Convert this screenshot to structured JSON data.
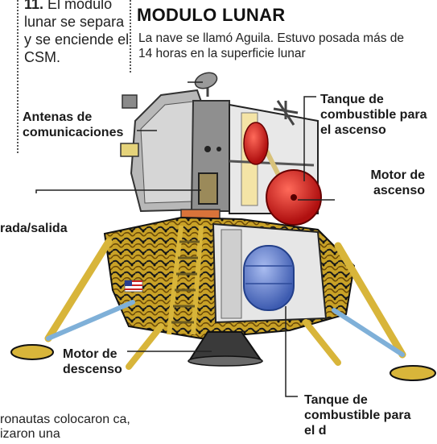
{
  "step": {
    "number": "11.",
    "text": "El módulo lunar se separa y se enciende el CSM."
  },
  "title": "MODULO LUNAR",
  "subtitle": "La nave se llamó Aguila. Estuvo posada más de 14 horas en la superficie lunar",
  "labels": {
    "antennas": "Antenas de comunicaciones",
    "ascent_tank": "Tanque de combustible para el ascenso",
    "ascent_engine": "Motor de ascenso",
    "hatch": "rada/salida",
    "descent_engine": "Motor de descenso",
    "descent_tank": "Tanque de combustible para el d"
  },
  "bottom_text": "ronautas colocaron ca, izaron una",
  "colors": {
    "gold_foil": "#c9a227",
    "ascent_tank": "#d42020",
    "descent_tank": "#5a78c8",
    "engine_nozzle": "#3a3a3a"
  }
}
